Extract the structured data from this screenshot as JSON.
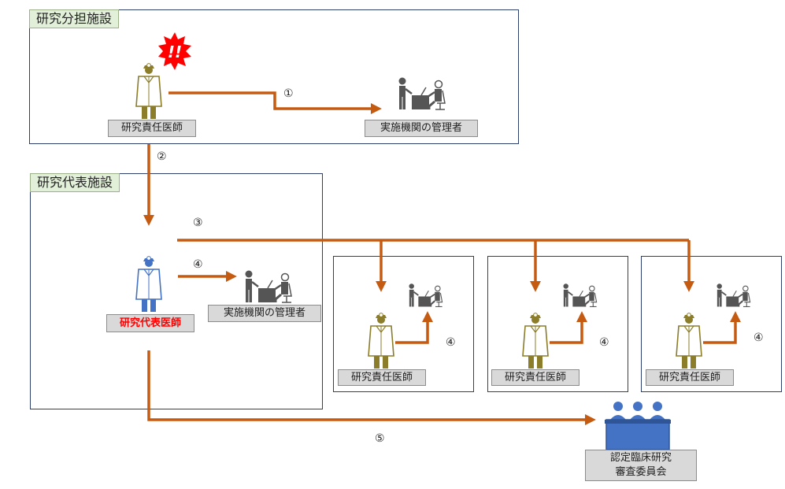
{
  "sections": {
    "bunta": "研究分担施設",
    "daihyo": "研究代表施設"
  },
  "labels": {
    "top_doctor": "研究責任医師",
    "top_admin": "実施機関の管理者",
    "main_doctor": "研究代表医師",
    "main_admin": "実施機関の管理者",
    "site1_doctor": "研究責任医師",
    "site2_doctor": "研究責任医師",
    "site3_doctor": "研究責任医師",
    "committee_line1": "認定臨床研究",
    "committee_line2": "審査委員会"
  },
  "steps": {
    "s1": "①",
    "s2": "②",
    "s3": "③",
    "s4a": "④",
    "s4b": "④",
    "s4c": "④",
    "s4d": "④",
    "s5": "⑤"
  },
  "alert": "!!",
  "colors": {
    "arrow": "#c55a11",
    "doctor_gold": "#8b7d2a",
    "doctor_blue": "#4472c4",
    "alert_red": "#ff0000",
    "committee": "#4472c4",
    "tab_green": "#e2efd9",
    "main_label_text": "#ff0000"
  },
  "icons": [
    "doctor-icon",
    "manager-desk-icon",
    "alert-burst-icon",
    "committee-icon"
  ]
}
